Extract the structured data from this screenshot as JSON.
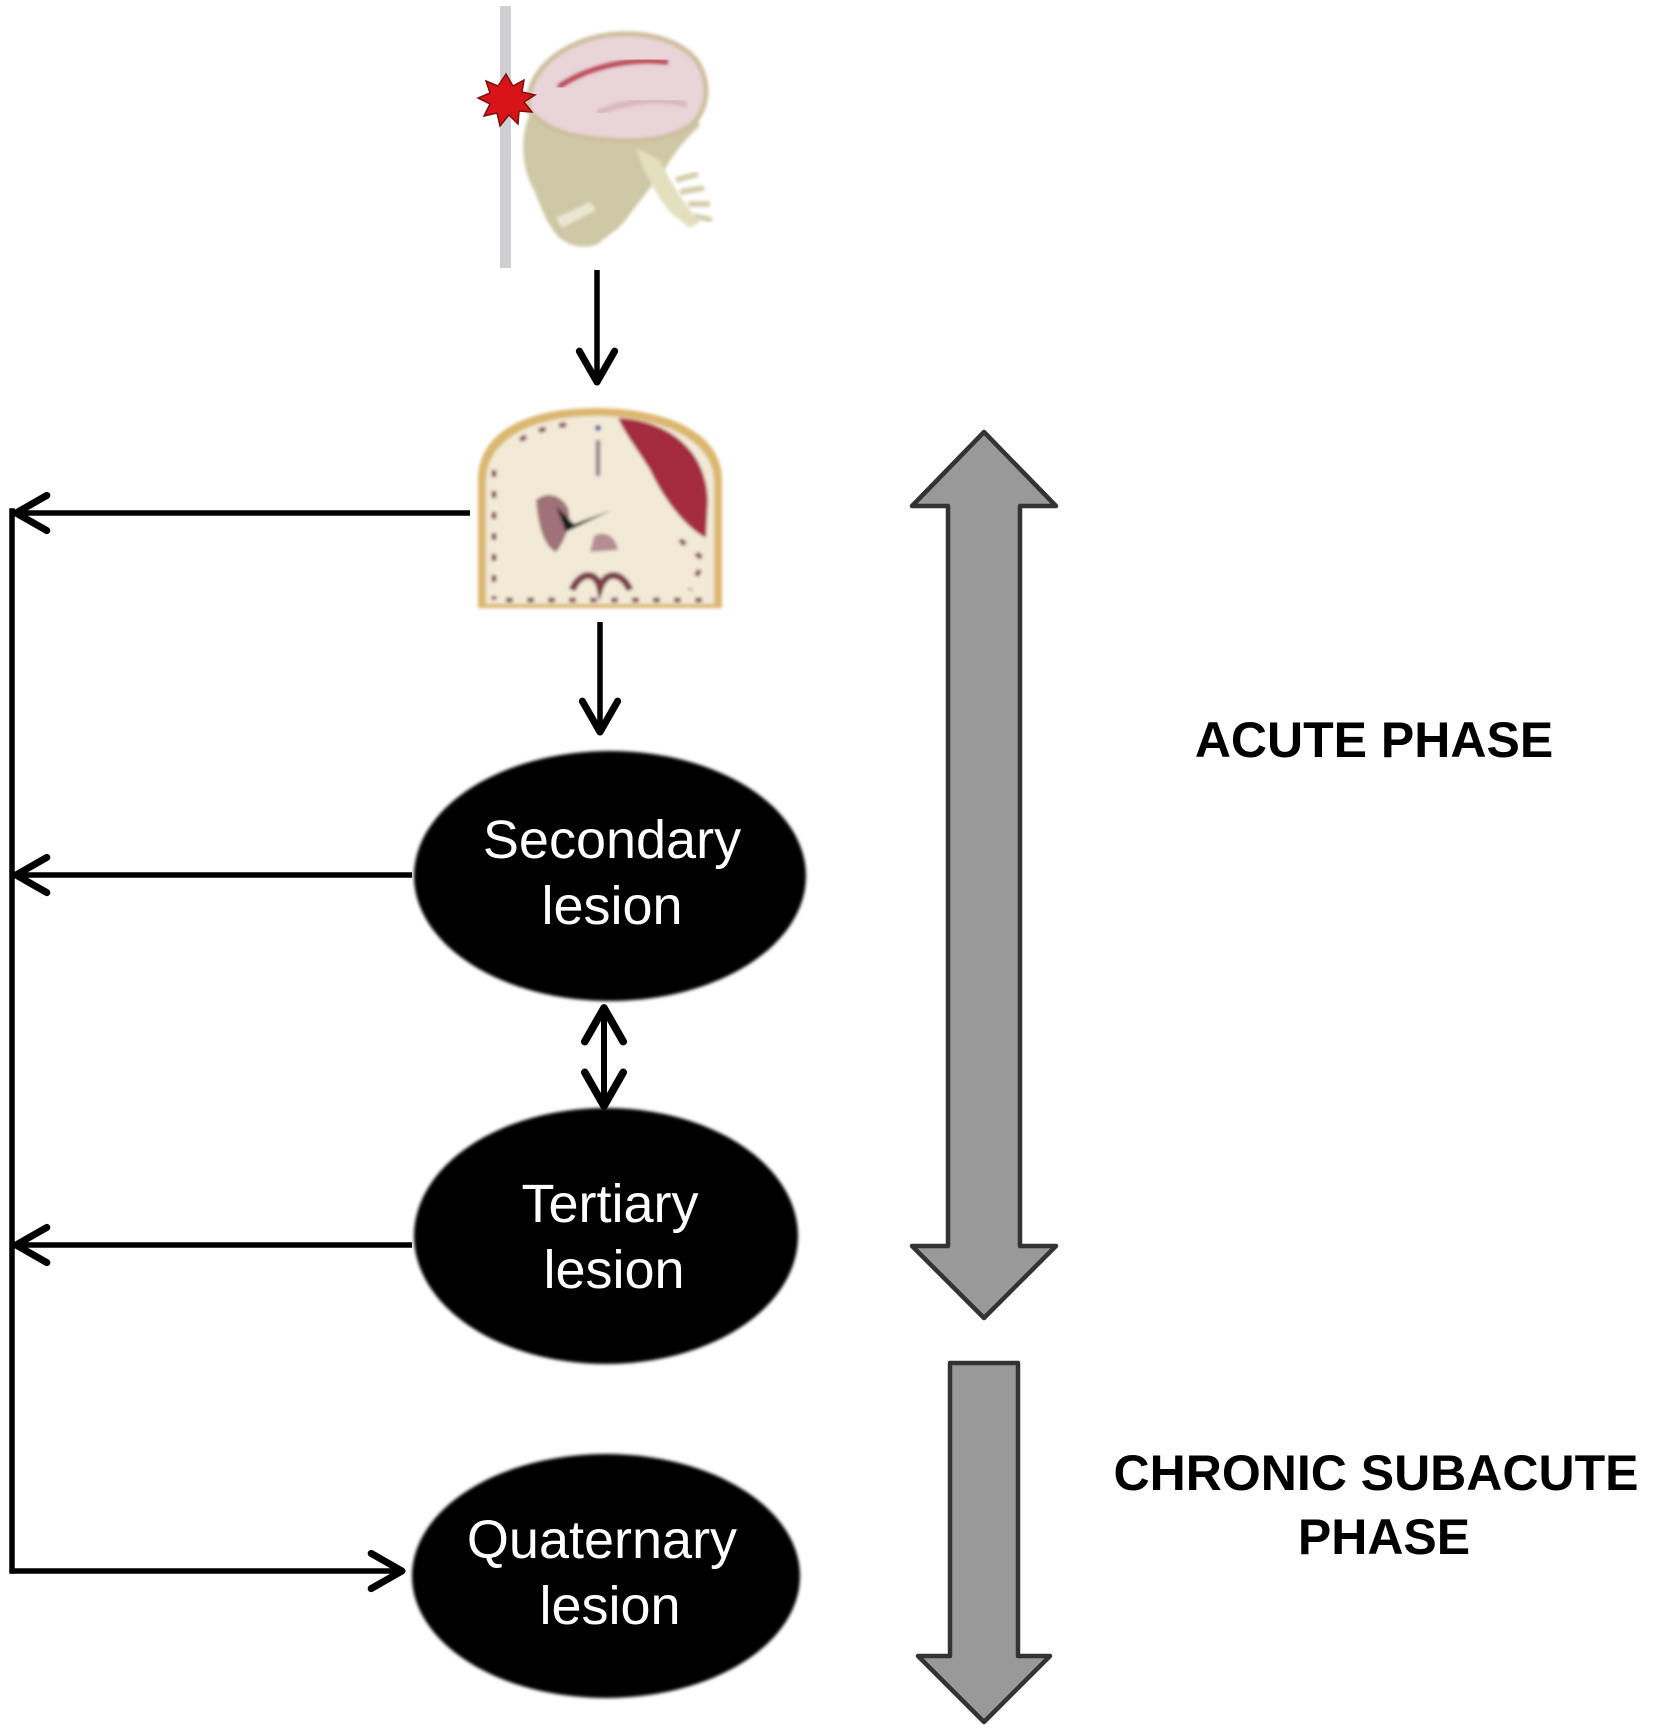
{
  "diagram": {
    "title": "",
    "colors": {
      "node_fill": "#000000",
      "node_text": "#ffffff",
      "connector": "#000000",
      "phase_arrow_fill": "#999999",
      "phase_arrow_stroke": "#333333",
      "impact_burst": "#d81418",
      "brain_tissue": "#e8d2d6",
      "skull_bone": "#cfc7a4",
      "hematoma": "#a42a3c"
    },
    "illustrations": {
      "primary_injury": "head-impact-illustration",
      "brain_section": "coronal-brain-section-with-hematoma"
    },
    "nodes": [
      {
        "id": "secondary",
        "line1": "Secondary",
        "line2": "lesion"
      },
      {
        "id": "tertiary",
        "line1": "Tertiary",
        "line2": "lesion"
      },
      {
        "id": "quaternary",
        "line1": "Quaternary",
        "line2": "lesion"
      }
    ],
    "edges": [
      {
        "from": "primary_injury",
        "to": "brain_section",
        "type": "directed"
      },
      {
        "from": "brain_section",
        "to": "secondary",
        "type": "directed"
      },
      {
        "from": "secondary",
        "to": "tertiary",
        "type": "bidirectional"
      },
      {
        "from": "brain_section",
        "to": "feedback_line",
        "type": "directed"
      },
      {
        "from": "secondary",
        "to": "feedback_line",
        "type": "directed"
      },
      {
        "from": "tertiary",
        "to": "feedback_line",
        "type": "directed"
      },
      {
        "from": "feedback_line",
        "to": "quaternary",
        "type": "directed"
      }
    ],
    "phases": [
      {
        "id": "acute",
        "line1": "ACUTE PHASE",
        "line2": "",
        "arrow": "bidirectional"
      },
      {
        "id": "chronic",
        "line1": "CHRONIC SUBACUTE",
        "line2": "PHASE",
        "arrow": "down"
      }
    ]
  }
}
